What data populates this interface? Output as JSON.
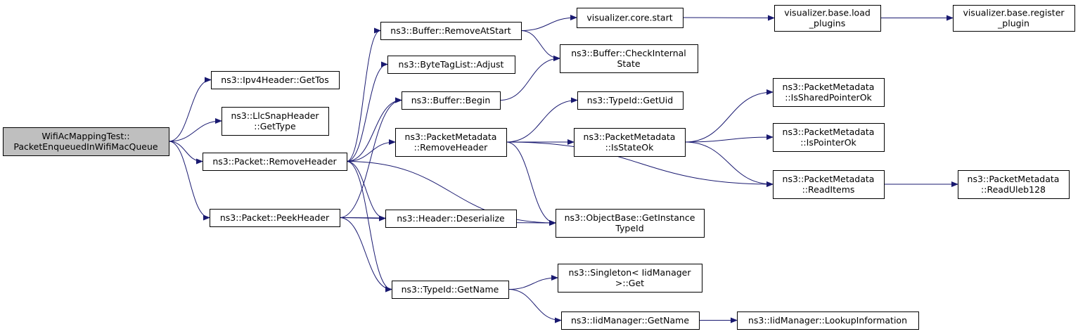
{
  "colors": {
    "edge": "#191970",
    "root_fill": "#bfbfbf",
    "node_fill": "#ffffff",
    "border": "#000000"
  },
  "nodes": {
    "root": {
      "lines": [
        "WifiAcMappingTest::",
        "PacketEnqueuedInWifiMacQueue"
      ]
    },
    "ipv4_gettos": {
      "lines": [
        "ns3::Ipv4Header::GetTos"
      ]
    },
    "llcsnap_gettype": {
      "lines": [
        "ns3::LlcSnapHeader",
        "::GetType"
      ]
    },
    "packet_removeheader": {
      "lines": [
        "ns3::Packet::RemoveHeader"
      ]
    },
    "packet_peekheader": {
      "lines": [
        "ns3::Packet::PeekHeader"
      ]
    },
    "buffer_removeatstart": {
      "lines": [
        "ns3::Buffer::RemoveAtStart"
      ]
    },
    "bytetaglist_adjust": {
      "lines": [
        "ns3::ByteTagList::Adjust"
      ]
    },
    "buffer_begin": {
      "lines": [
        "ns3::Buffer::Begin"
      ]
    },
    "pm_removeheader": {
      "lines": [
        "ns3::PacketMetadata",
        "::RemoveHeader"
      ]
    },
    "header_deserialize": {
      "lines": [
        "ns3::Header::Deserialize"
      ]
    },
    "typeid_getname": {
      "lines": [
        "ns3::TypeId::GetName"
      ]
    },
    "viz_core_start": {
      "lines": [
        "visualizer.core.start"
      ]
    },
    "buffer_checkinternal": {
      "lines": [
        "ns3::Buffer::CheckInternal",
        "State"
      ]
    },
    "typeid_getuid": {
      "lines": [
        "ns3::TypeId::GetUid"
      ]
    },
    "pm_isstateok": {
      "lines": [
        "ns3::PacketMetadata",
        "::IsStateOk"
      ]
    },
    "objectbase_getinstance": {
      "lines": [
        "ns3::ObjectBase::GetInstance",
        "TypeId"
      ]
    },
    "singleton_get": {
      "lines": [
        "ns3::Singleton< IidManager",
        ">::Get"
      ]
    },
    "iidmanager_getname": {
      "lines": [
        "ns3::IidManager::GetName"
      ]
    },
    "viz_base_load": {
      "lines": [
        "visualizer.base.load",
        "_plugins"
      ]
    },
    "pm_issharedpointerok": {
      "lines": [
        "ns3::PacketMetadata",
        "::IsSharedPointerOk"
      ]
    },
    "pm_ispointerok": {
      "lines": [
        "ns3::PacketMetadata",
        "::IsPointerOk"
      ]
    },
    "pm_readitems": {
      "lines": [
        "ns3::PacketMetadata",
        "::ReadItems"
      ]
    },
    "iidmanager_lookup": {
      "lines": [
        "ns3::IidManager::LookupInformation"
      ]
    },
    "viz_base_register": {
      "lines": [
        "visualizer.base.register",
        "_plugin"
      ]
    },
    "pm_readuleb128": {
      "lines": [
        "ns3::PacketMetadata",
        "::ReadUleb128"
      ]
    }
  },
  "edges": [
    [
      "root",
      "ipv4_gettos"
    ],
    [
      "root",
      "llcsnap_gettype"
    ],
    [
      "root",
      "packet_removeheader"
    ],
    [
      "root",
      "packet_peekheader"
    ],
    [
      "packet_removeheader",
      "buffer_removeatstart"
    ],
    [
      "packet_removeheader",
      "bytetaglist_adjust"
    ],
    [
      "packet_removeheader",
      "buffer_begin"
    ],
    [
      "packet_removeheader",
      "pm_removeheader"
    ],
    [
      "packet_removeheader",
      "header_deserialize"
    ],
    [
      "packet_removeheader",
      "objectbase_getinstance"
    ],
    [
      "packet_removeheader",
      "typeid_getname"
    ],
    [
      "packet_peekheader",
      "buffer_begin"
    ],
    [
      "packet_peekheader",
      "header_deserialize"
    ],
    [
      "packet_peekheader",
      "objectbase_getinstance"
    ],
    [
      "packet_peekheader",
      "typeid_getname"
    ],
    [
      "buffer_removeatstart",
      "viz_core_start"
    ],
    [
      "buffer_removeatstart",
      "buffer_checkinternal"
    ],
    [
      "buffer_begin",
      "buffer_checkinternal"
    ],
    [
      "pm_removeheader",
      "typeid_getuid"
    ],
    [
      "pm_removeheader",
      "pm_isstateok"
    ],
    [
      "pm_removeheader",
      "objectbase_getinstance"
    ],
    [
      "pm_removeheader",
      "pm_readitems"
    ],
    [
      "pm_isstateok",
      "pm_issharedpointerok"
    ],
    [
      "pm_isstateok",
      "pm_ispointerok"
    ],
    [
      "pm_isstateok",
      "pm_readitems"
    ],
    [
      "pm_readitems",
      "pm_readuleb128"
    ],
    [
      "viz_core_start",
      "viz_base_load"
    ],
    [
      "viz_base_load",
      "viz_base_register"
    ],
    [
      "typeid_getname",
      "singleton_get"
    ],
    [
      "typeid_getname",
      "iidmanager_getname"
    ],
    [
      "iidmanager_getname",
      "iidmanager_lookup"
    ]
  ]
}
